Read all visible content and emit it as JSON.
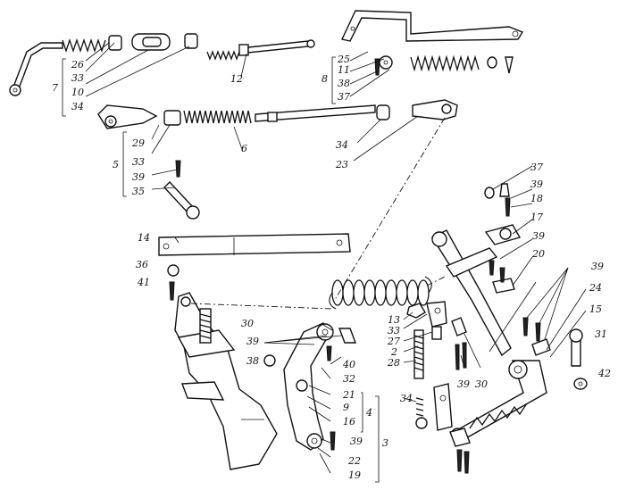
{
  "diagram": {
    "labels": [
      "26",
      "33",
      "10",
      "34",
      "7",
      "12",
      "25",
      "11",
      "38",
      "37",
      "8",
      "29",
      "33",
      "6",
      "34",
      "23",
      "5",
      "39",
      "35",
      "37",
      "39",
      "18",
      "17",
      "39",
      "20",
      "14",
      "36",
      "41",
      "39",
      "24",
      "15",
      "13",
      "33",
      "27",
      "2",
      "28",
      "30",
      "30",
      "39",
      "38",
      "40",
      "32",
      "21",
      "9",
      "16",
      "4",
      "3",
      "31",
      "42",
      "34",
      "39",
      "39",
      "22",
      "19"
    ]
  }
}
